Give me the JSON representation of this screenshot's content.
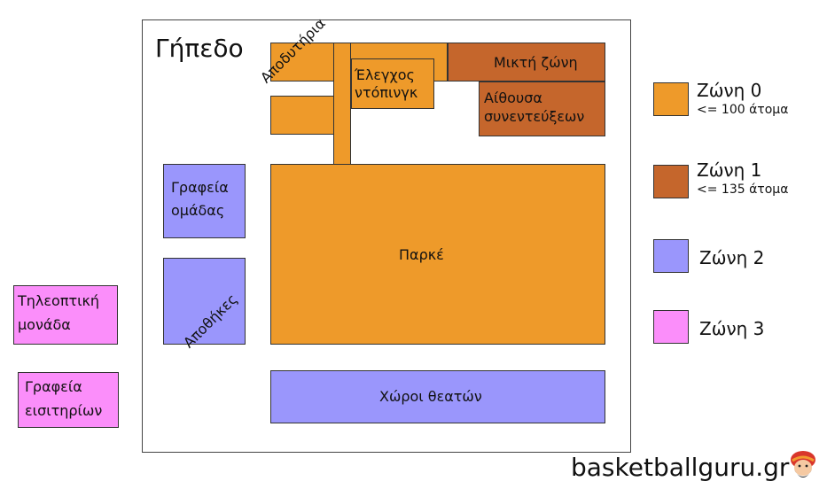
{
  "stadium_title": "Γήπεδο",
  "areas": {
    "locker_rooms": "Αποδυτήρια",
    "doping_line1": "Έλεγχος",
    "doping_line2": "ντόπινγκ",
    "mixed_zone": "Μικτή ζώνη",
    "press_line1": "Αίθουσα",
    "press_line2": "συνεντεύξεων",
    "team_offices_line1": "Γραφεία",
    "team_offices_line2": "ομάδας",
    "court": "Παρκέ",
    "storage": "Αποθήκες",
    "spectators": "Χώροι θεατών",
    "tv_unit_line1": "Τηλεοπτική",
    "tv_unit_line2": "μονάδα",
    "ticket_offices_line1": "Γραφεία",
    "ticket_offices_line2": "εισιτηρίων"
  },
  "legend": {
    "zone0": {
      "label": "Ζώνη 0",
      "note": "<= 100 άτομα",
      "color": "#ee9a2a"
    },
    "zone1": {
      "label": "Ζώνη 1",
      "note": "<= 135 άτομα",
      "color": "#c5662c"
    },
    "zone2": {
      "label": "Ζώνη 2",
      "color": "#9a96fc"
    },
    "zone3": {
      "label": "Ζώνη 3",
      "color": "#fb8efa"
    }
  },
  "brand": {
    "text": "basketballguru.gr",
    "logo_icon": "turban-avatar-icon"
  }
}
